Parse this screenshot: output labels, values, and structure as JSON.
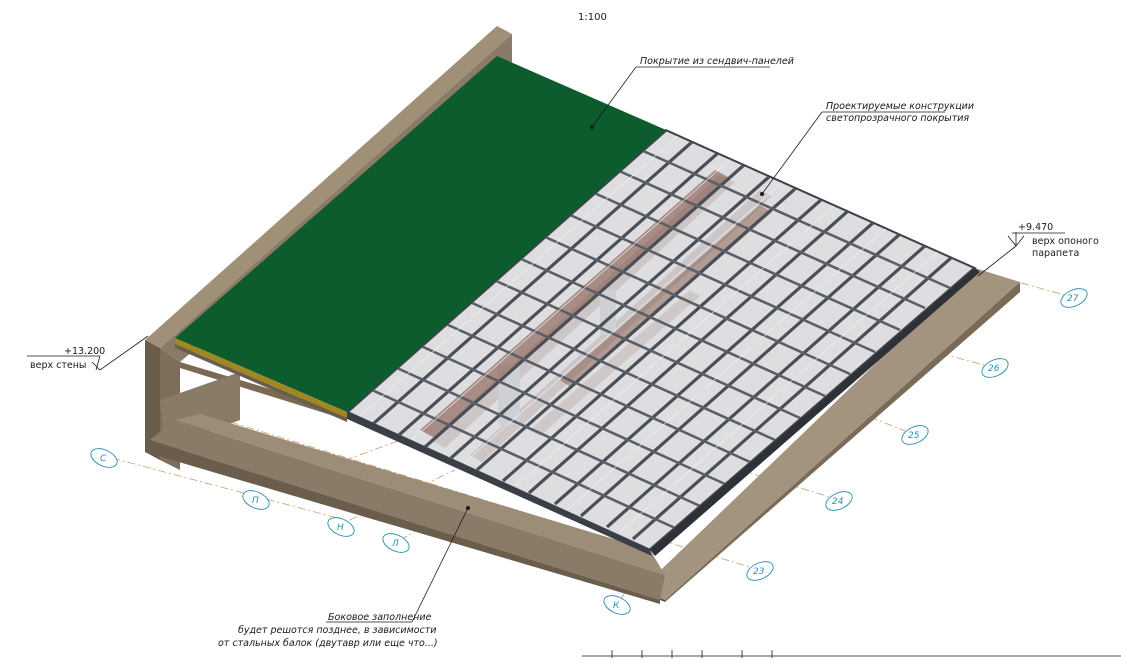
{
  "drawing": {
    "scale": "1:100",
    "labels": {
      "sandwich_roof": "Покрытие из сендвич-панелей",
      "skylight_line1": "Проектируемые конструкции",
      "skylight_line2": "светопрозрачного покрытия",
      "side_fill_line1": "Боковое заполнение",
      "side_fill_line2": "будет решотся позднее, в зависимости",
      "side_fill_line3": "от стальных балок (двутавр или еще что...)"
    },
    "elevations": {
      "wall_top_value": "+13.200",
      "wall_top_label": "верх стены",
      "parapet_value": "+9.470",
      "parapet_label_line1": "верх опоного",
      "parapet_label_line2": "парапета"
    },
    "axes": {
      "numbered": [
        "27",
        "26",
        "25",
        "24",
        "23"
      ],
      "lettered": [
        "С",
        "П",
        "Н",
        "Л",
        "К"
      ]
    },
    "colors": {
      "sandwich_panel": "#0d5c2d",
      "wall": "#8a7b68",
      "wall_dark": "#6b5d4c",
      "steel_beam": "#7a4a3a",
      "glass": "#d8d8dc",
      "frame": "#4a4e56",
      "axis_line": "#c8a070",
      "axis_bubble": "#2a8fb3"
    }
  }
}
